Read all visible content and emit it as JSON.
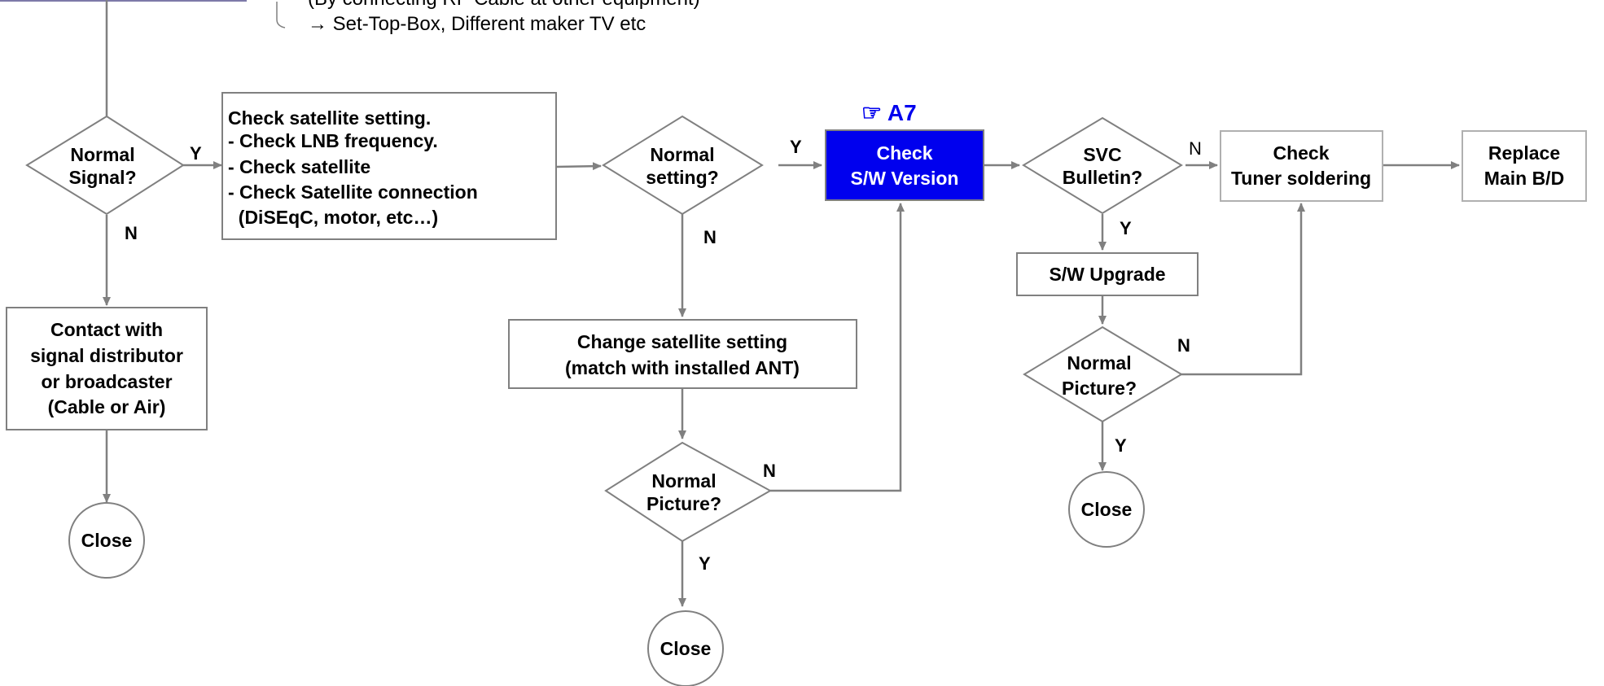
{
  "note": {
    "line1": "(By connecting RF Cable at other equipment)",
    "line2": "→ Set-Top-Box, Different maker TV etc"
  },
  "nodes": {
    "normal_signal": [
      "Normal",
      "Signal?"
    ],
    "check_satellite": [
      "Check satellite setting.",
      "- Check LNB frequency.",
      "- Check satellite",
      "- Check Satellite connection",
      "  (DiSEqC, motor, etc…)"
    ],
    "normal_setting": [
      "Normal",
      "setting?"
    ],
    "check_sw_version": [
      "Check",
      "S/W Version"
    ],
    "svc_bulletin": [
      "SVC",
      "Bulletin?"
    ],
    "check_tuner": [
      "Check",
      "Tuner soldering"
    ],
    "replace_main": [
      "Replace",
      "Main B/D"
    ],
    "contact": [
      "Contact with",
      "signal distributor",
      "or broadcaster",
      "(Cable or Air)"
    ],
    "change_satellite": [
      "Change satellite setting",
      "(match with installed ANT)"
    ],
    "sw_upgrade": [
      "S/W Upgrade"
    ],
    "normal_picture_mid": [
      "Normal",
      "Picture?"
    ],
    "normal_picture_right": [
      "Normal",
      "Picture?"
    ],
    "close_left": [
      "Close"
    ],
    "close_mid": [
      "Close"
    ],
    "close_right": [
      "Close"
    ]
  },
  "reference": "☞ A7",
  "edge_labels": {
    "signal_yes": "Y",
    "signal_no": "N",
    "setting_yes": "Y",
    "setting_no": "N",
    "picture_mid_no": "N",
    "picture_mid_yes": "Y",
    "svc_no": "N",
    "svc_yes": "Y",
    "picture_right_no": "N",
    "picture_right_yes": "Y"
  },
  "colors": {
    "highlight_fill": "#0000ee",
    "line": "#808080",
    "reference_text": "#0000ee"
  }
}
